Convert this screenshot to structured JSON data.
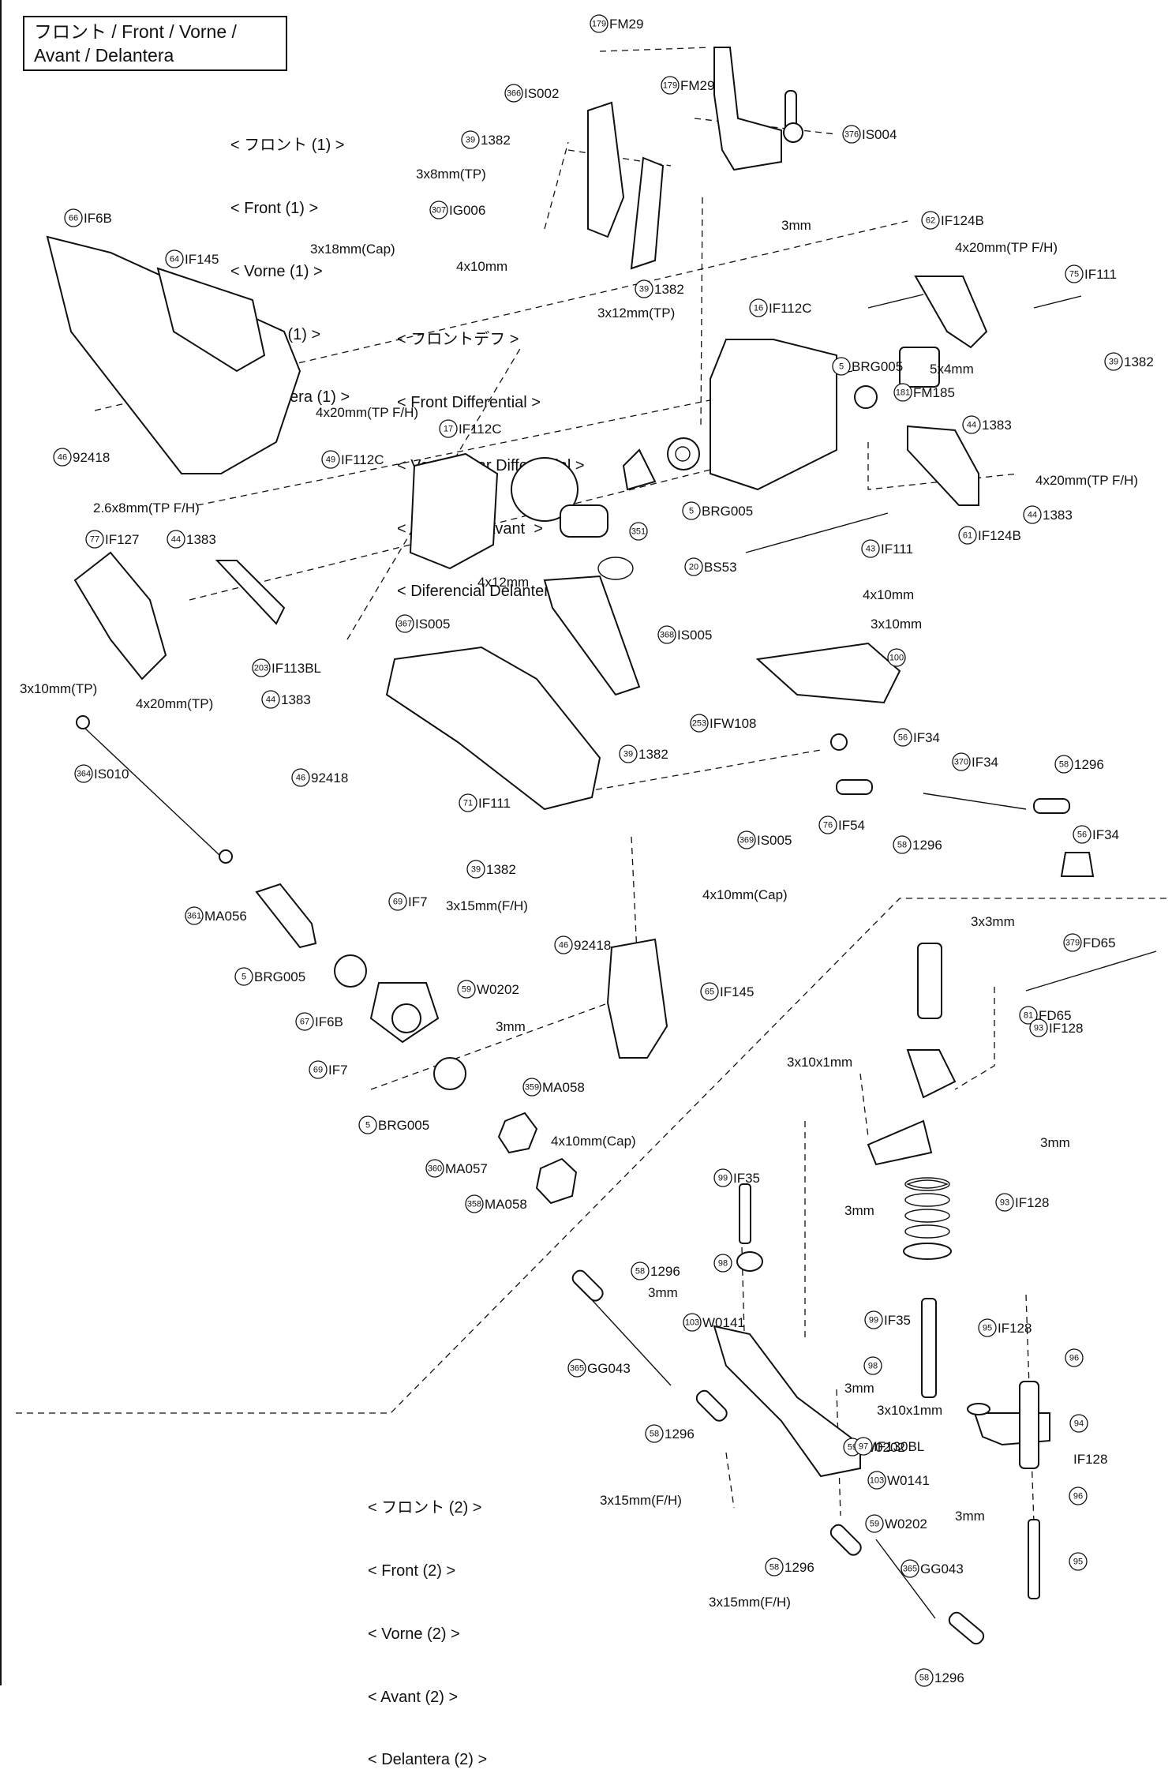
{
  "title": [
    "フロント / Front / Vorne /",
    "Avant / Delantera"
  ],
  "section1": [
    "< フロント (1) >",
    "< Front (1) >",
    "< Vorne (1) >",
    "< Avant (1) >",
    "< Delantera (1) >"
  ],
  "diff": [
    "< フロントデフ >",
    "< Front Differential >",
    "< Vorne Gear Differential >",
    "< Diff rentiel Avant  >",
    "< Diferencial Delantera >"
  ],
  "section2": [
    "< フロント (2) >",
    "< Front (2) >",
    "< Vorne (2) >",
    "< Avant (2) >",
    "< Delantera (2) >"
  ],
  "callouts": [
    {
      "n": "179",
      "t": "FM29"
    },
    {
      "n": "179",
      "t": "FM29"
    },
    {
      "n": "366",
      "t": "IS002"
    },
    {
      "n": "376",
      "t": "IS004"
    },
    {
      "n": "39",
      "t": "1382"
    },
    {
      "n": "",
      "t": "3x8mm(TP)"
    },
    {
      "n": "307",
      "t": "IG006"
    },
    {
      "n": "",
      "t": "3x18mm(Cap)"
    },
    {
      "n": "",
      "t": "4x10mm"
    },
    {
      "n": "39",
      "t": "1382"
    },
    {
      "n": "",
      "t": "3x12mm(TP)"
    },
    {
      "n": "",
      "t": "3mm"
    },
    {
      "n": "66",
      "t": "IF6B"
    },
    {
      "n": "64",
      "t": "IF145"
    },
    {
      "n": "62",
      "t": "IF124B"
    },
    {
      "n": "",
      "t": "4x20mm(TP F/H)"
    },
    {
      "n": "75",
      "t": "IF111"
    },
    {
      "n": "16",
      "t": "IF112C"
    },
    {
      "n": "",
      "t": "5x4mm"
    },
    {
      "n": "39",
      "t": "1382"
    },
    {
      "n": "5",
      "t": "BRG005"
    },
    {
      "n": "181",
      "t": "FM185"
    },
    {
      "n": "44",
      "t": "1383"
    },
    {
      "n": "",
      "t": "4x20mm(TP F/H)"
    },
    {
      "n": "44",
      "t": "1383"
    },
    {
      "n": "61",
      "t": "IF124B"
    },
    {
      "n": "43",
      "t": "IF111"
    },
    {
      "n": "46",
      "t": "92418"
    },
    {
      "n": "",
      "t": "4x20mm(TP F/H)"
    },
    {
      "n": "17",
      "t": "IF112C"
    },
    {
      "n": "49",
      "t": "IF112C"
    },
    {
      "n": "",
      "t": "2.6x8mm(TP F/H)"
    },
    {
      "n": "351",
      "t": ""
    },
    {
      "n": "5",
      "t": "BRG005"
    },
    {
      "n": "20",
      "t": "BS53"
    },
    {
      "n": "77",
      "t": "IF127"
    },
    {
      "n": "44",
      "t": "1383"
    },
    {
      "n": "",
      "t": "3x10mm(TP)"
    },
    {
      "n": "",
      "t": "4x20mm(TP)"
    },
    {
      "n": "203",
      "t": "IF113BL"
    },
    {
      "n": "44",
      "t": "1383"
    },
    {
      "n": "",
      "t": "4x12mm"
    },
    {
      "n": "367",
      "t": "IS005"
    },
    {
      "n": "368",
      "t": "IS005"
    },
    {
      "n": "",
      "t": "4x10mm"
    },
    {
      "n": "",
      "t": "3x10mm"
    },
    {
      "n": "100",
      "t": ""
    },
    {
      "n": "253",
      "t": "IFW108"
    },
    {
      "n": "56",
      "t": "IF34"
    },
    {
      "n": "370",
      "t": "IF34"
    },
    {
      "n": "58",
      "t": "1296"
    },
    {
      "n": "364",
      "t": "IS010"
    },
    {
      "n": "46",
      "t": "92418"
    },
    {
      "n": "39",
      "t": "1382"
    },
    {
      "n": "369",
      "t": "IS005"
    },
    {
      "n": "76",
      "t": "IF54"
    },
    {
      "n": "58",
      "t": "1296"
    },
    {
      "n": "56",
      "t": "IF34"
    },
    {
      "n": "71",
      "t": "IF111"
    },
    {
      "n": "39",
      "t": "1382"
    },
    {
      "n": "361",
      "t": "MA056"
    },
    {
      "n": "69",
      "t": "IF7"
    },
    {
      "n": "",
      "t": "3x15mm(F/H)"
    },
    {
      "n": "",
      "t": "4x10mm(Cap)"
    },
    {
      "n": "5",
      "t": "BRG005"
    },
    {
      "n": "59",
      "t": "W0202"
    },
    {
      "n": "46",
      "t": "92418"
    },
    {
      "n": "65",
      "t": "IF145"
    },
    {
      "n": "67",
      "t": "IF6B"
    },
    {
      "n": "",
      "t": "3mm"
    },
    {
      "n": "69",
      "t": "IF7"
    },
    {
      "n": "359",
      "t": "MA058"
    },
    {
      "n": "5",
      "t": "BRG005"
    },
    {
      "n": "",
      "t": "4x10mm(Cap)"
    },
    {
      "n": "360",
      "t": "MA057"
    },
    {
      "n": "358",
      "t": "MA058"
    },
    {
      "n": "",
      "t": "3x3mm"
    },
    {
      "n": "379",
      "t": "FD65"
    },
    {
      "n": "81",
      "t": "FD65"
    },
    {
      "n": "93",
      "t": "IF128"
    },
    {
      "n": "",
      "t": "3x10x1mm"
    },
    {
      "n": "",
      "t": "3mm"
    },
    {
      "n": "93",
      "t": "IF128"
    },
    {
      "n": "",
      "t": "3mm"
    },
    {
      "n": "99",
      "t": "IF35"
    },
    {
      "n": "98",
      "t": ""
    },
    {
      "n": "58",
      "t": "1296"
    },
    {
      "n": "",
      "t": "3mm"
    },
    {
      "n": "103",
      "t": "W0141"
    },
    {
      "n": "365",
      "t": "GG043"
    },
    {
      "n": "99",
      "t": "IF35"
    },
    {
      "n": "98",
      "t": ""
    },
    {
      "n": "",
      "t": "3mm"
    },
    {
      "n": "95",
      "t": "IF128"
    },
    {
      "n": "96",
      "t": ""
    },
    {
      "n": "",
      "t": "3x10x1mm"
    },
    {
      "n": "94",
      "t": ""
    },
    {
      "n": "58",
      "t": "1296"
    },
    {
      "n": "59",
      "t": "W0202"
    },
    {
      "n": "97",
      "t": "IF130BL"
    },
    {
      "n": "",
      "t": "IF128"
    },
    {
      "n": "",
      "t": "3x15mm(F/H)"
    },
    {
      "n": "103",
      "t": "W0141"
    },
    {
      "n": "",
      "t": "3mm"
    },
    {
      "n": "96",
      "t": ""
    },
    {
      "n": "59",
      "t": "W0202"
    },
    {
      "n": "58",
      "t": "1296"
    },
    {
      "n": "365",
      "t": "GG043"
    },
    {
      "n": "95",
      "t": ""
    },
    {
      "n": "",
      "t": "3x15mm(F/H)"
    },
    {
      "n": "58",
      "t": "1296"
    }
  ]
}
